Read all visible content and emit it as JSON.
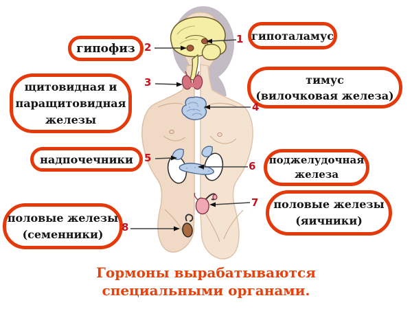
{
  "caption": {
    "line1": "Гормоны вырабатываются",
    "line2": "специальными органами."
  },
  "labels": [
    {
      "name": "hypothalamus",
      "number": "1",
      "lines": [
        "гипоталамус"
      ]
    },
    {
      "name": "pituitary",
      "number": "2",
      "lines": [
        "гипофиз"
      ]
    },
    {
      "name": "thyroid-parathyroid",
      "number": "3",
      "lines": [
        "щитовидная и",
        "паращитовидная",
        "железы"
      ]
    },
    {
      "name": "thymus",
      "number": "4",
      "lines": [
        "тимус",
        "(вилочковая железа)"
      ]
    },
    {
      "name": "adrenals",
      "number": "5",
      "lines": [
        "надпочечники"
      ]
    },
    {
      "name": "pancreas",
      "number": "6",
      "lines": [
        "поджелудочная",
        "железа"
      ]
    },
    {
      "name": "ovaries",
      "number": "7",
      "lines": [
        "половые железы",
        "(яичники)"
      ]
    },
    {
      "name": "testes",
      "number": "8",
      "lines": [
        "половые железы",
        "(семенники)"
      ]
    }
  ],
  "colors": {
    "label_border": "#E43A0B",
    "label_text": "#151515",
    "number_red": "#C6121F",
    "caption_red": "#E2430F",
    "skin": "#F0DAC5",
    "skin_right": "#F5E3D2",
    "hair_gray": "#C4BCC4",
    "brain_yellow": "#F4EFA5",
    "gland_blue": "#B9CFE9",
    "thyroid_pink": "#D4737F",
    "uterus_pink": "#F2A7B4",
    "testis_brown": "#A96B3F"
  }
}
